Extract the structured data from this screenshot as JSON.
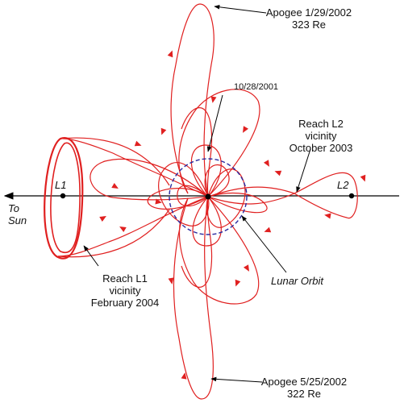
{
  "labels": {
    "apogee_top_line1": "Apogee 1/29/2002",
    "apogee_top_line2": "323 Re",
    "date_marker": "10/28/2001",
    "reach_l2_line1": "Reach L2",
    "reach_l2_line2": "vicinity",
    "reach_l2_line3": "October 2003",
    "l1": "L1",
    "l2": "L2",
    "to_sun_line1": "To",
    "to_sun_line2": "Sun",
    "reach_l1_line1": "Reach L1",
    "reach_l1_line2": "vicinity",
    "reach_l1_line3": "February 2004",
    "lunar_orbit": "Lunar Orbit",
    "apogee_bottom_line1": "Apogee 5/25/2002",
    "apogee_bottom_line2": "322 Re"
  },
  "colors": {
    "trajectory": "#e02020",
    "lunar_orbit": "#2a2aa0",
    "axis": "#000000"
  }
}
